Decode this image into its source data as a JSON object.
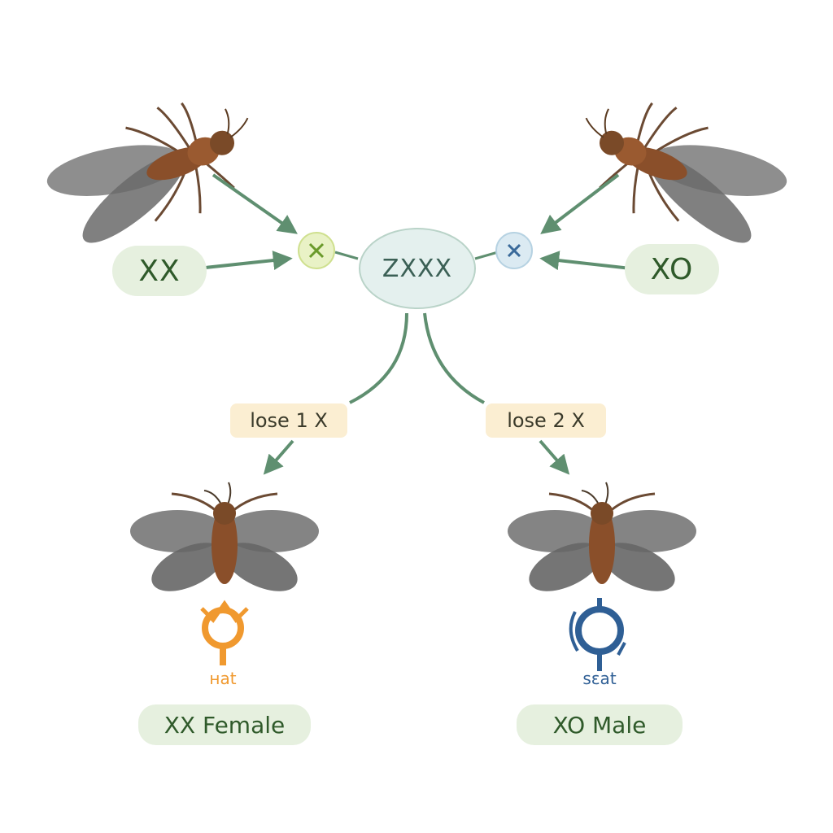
{
  "parents": {
    "left_label": "XX",
    "right_label": "XO"
  },
  "zygote": {
    "label": "ZXXX"
  },
  "steps": {
    "left": "lose 1 X",
    "right": "lose 2 X"
  },
  "offspring": {
    "female_symbol_text": "нat",
    "male_symbol_text": "sɛat",
    "female_label": "XX Female",
    "male_label": "XO Male"
  },
  "colors": {
    "arrow": "#5f8f70",
    "female_symbol": "#f0992f",
    "male_symbol": "#2f5f95",
    "label_text": "#2f5a2a",
    "gamete_left": "#e9f2c6",
    "gamete_right": "#dbeaf2"
  },
  "icons": {
    "parent_left": "fly-icon",
    "parent_right": "fly-icon",
    "offspring_left": "fly-icon",
    "offspring_right": "fly-icon",
    "female_symbol": "female-symbol-icon",
    "male_symbol": "male-symbol-icon",
    "gamete_left": "x-gamete-icon",
    "gamete_right": "x-gamete-icon"
  }
}
